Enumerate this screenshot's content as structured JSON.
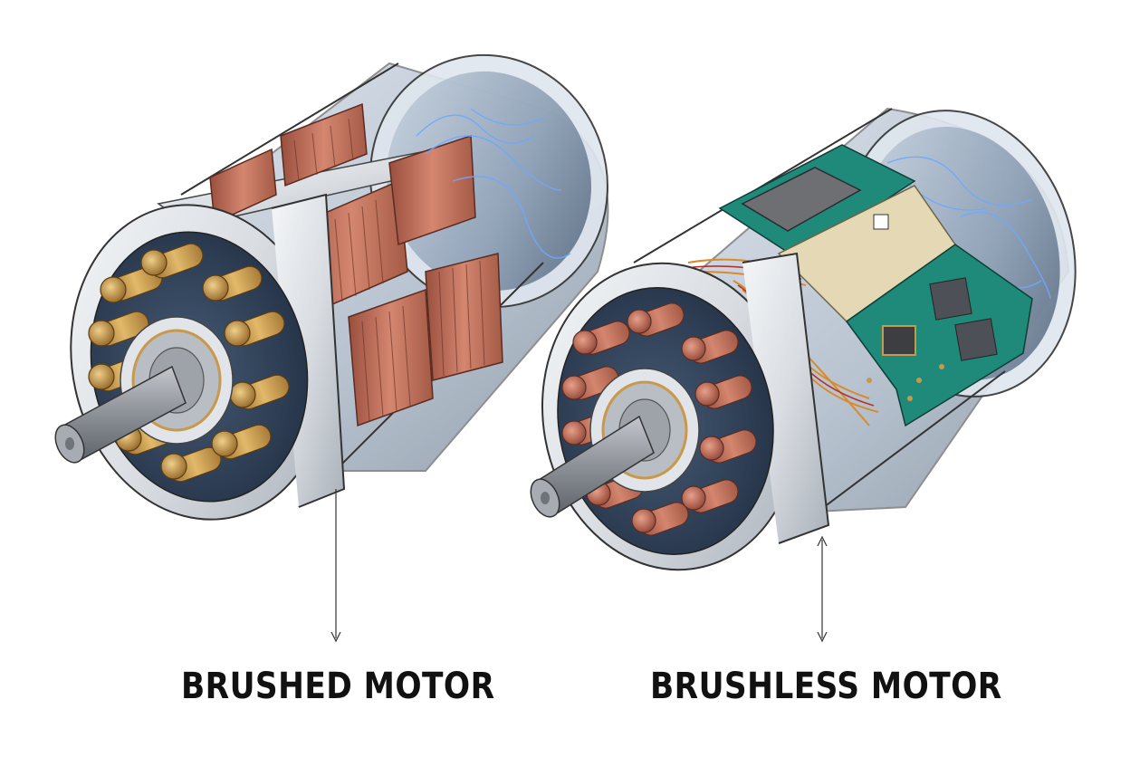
{
  "labels": {
    "brushed": "BRUSHED MOTOR",
    "brushless": "BRUSHLESS MOTOR"
  },
  "colors": {
    "housing_silver": "#d9dde2",
    "housing_shadow": "#9aa1aa",
    "interior_dark": "#2f4157",
    "interior_glass": "#aebdd0",
    "copper": "#b86a55",
    "brass": "#c8994a",
    "pcb_green": "#1f8a7a",
    "wire_orange": "#d98a2b",
    "spark_blue": "#6fa8ff",
    "shaft_grey": "#8c9097",
    "caption_text": "#111111"
  },
  "icons": {
    "brushed_motor": "brushed-motor-illustration",
    "brushless_motor": "brushless-motor-illustration"
  }
}
